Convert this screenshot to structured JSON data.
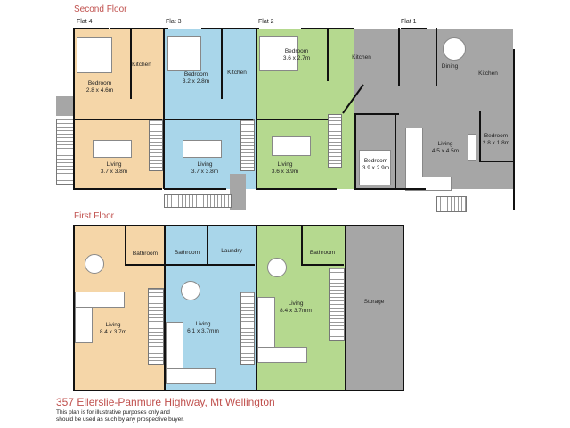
{
  "colors": {
    "flat4": "#f5d6a8",
    "flat3": "#a9d6ea",
    "flat2": "#b5d98f",
    "flat1": "#a6a6a6",
    "storage": "#a6a6a6",
    "title": "#c0504d",
    "wall": "#111111"
  },
  "second_floor": {
    "title": "Second Floor",
    "flats": [
      {
        "label": "Flat 4"
      },
      {
        "label": "Flat 3"
      },
      {
        "label": "Flat 2"
      },
      {
        "label": "Flat 1"
      }
    ],
    "rooms": {
      "flat4_bedroom": {
        "name": "Bedroom",
        "size": "2.8 x 4.6m"
      },
      "flat4_kitchen": {
        "name": "Kitchen"
      },
      "flat4_living": {
        "name": "Living",
        "size": "3.7 x 3.8m"
      },
      "flat3_bedroom": {
        "name": "Bedroom",
        "size": "3.2 x 2.8m"
      },
      "flat3_kitchen": {
        "name": "Kitchen"
      },
      "flat3_living": {
        "name": "Living",
        "size": "3.7 x 3.8m"
      },
      "flat2_bedroom": {
        "name": "Bedroom",
        "size": "3.6 x 2.7m"
      },
      "flat2_kitchen": {
        "name": "Kitchen"
      },
      "flat2_living": {
        "name": "Living",
        "size": "3.6 x 3.9m"
      },
      "flat1_dining": {
        "name": "Dining"
      },
      "flat1_kitchen": {
        "name": "Kitchen"
      },
      "flat1_bedroom_a": {
        "name": "Bedroom",
        "size": "3.9 x 2.9m"
      },
      "flat1_living": {
        "name": "Living",
        "size": "4.5 x 4.5m"
      },
      "flat1_bedroom_b": {
        "name": "Bedroom",
        "size": "2.8 x 1.8m"
      }
    }
  },
  "first_floor": {
    "title": "First Floor",
    "rooms": {
      "flat4_bathroom": {
        "name": "Bathroom"
      },
      "flat4_living": {
        "name": "Living",
        "size": "8.4 x 3.7m"
      },
      "flat3_bathroom": {
        "name": "Bathroom"
      },
      "flat3_laundry": {
        "name": "Laundry"
      },
      "flat3_living": {
        "name": "Living",
        "size": "6.1 x 3.7mm"
      },
      "flat2_bathroom": {
        "name": "Bathroom"
      },
      "flat2_living": {
        "name": "Living",
        "size": "8.4 x 3.7mm"
      },
      "storage": {
        "name": "Storage"
      }
    }
  },
  "footer": {
    "address": "357 Ellerslie-Panmure Highway, Mt Wellington",
    "disclaimer_line1": "This plan is for illustrative purposes only and",
    "disclaimer_line2": "should be used as such by any prospective buyer."
  }
}
